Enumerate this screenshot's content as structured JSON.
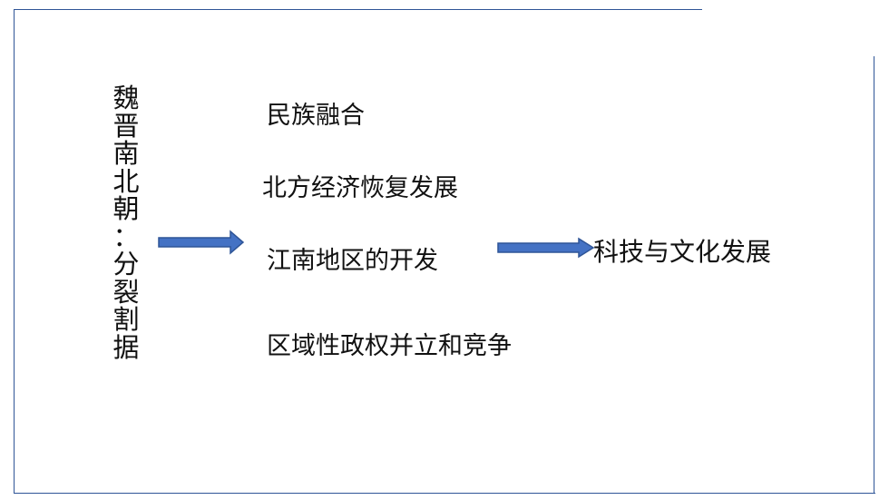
{
  "diagram": {
    "title_chars": [
      "魏",
      "晋",
      "南",
      "北",
      "朝",
      "：",
      "分",
      "裂",
      "割",
      "据"
    ],
    "features": [
      "民族融合",
      "北方经济恢复发展",
      "江南地区的开发",
      "区域性政权并立和竞争"
    ],
    "result": "科技与文化发展",
    "colors": {
      "arrow_fill": "#4472c4",
      "arrow_stroke": "#2f5597",
      "frame": "#2f5597",
      "text": "#111111"
    }
  }
}
